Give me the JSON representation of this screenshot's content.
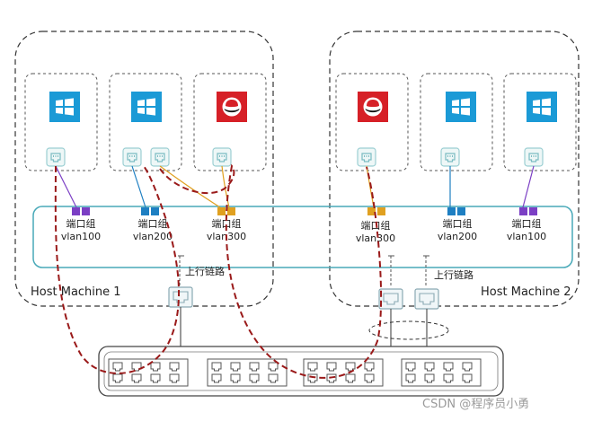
{
  "hosts": [
    {
      "label": "Host Machine 1",
      "vms": [
        {
          "os_icon": "windows-icon"
        },
        {
          "os_icon": "windows-icon"
        },
        {
          "os_icon": "redhat-icon"
        }
      ],
      "port_groups": [
        {
          "title": "端口组",
          "vlan": "vlan100",
          "color": "#7b3fc4"
        },
        {
          "title": "端口组",
          "vlan": "vlan200",
          "color": "#1e7fc2"
        },
        {
          "title": "端口组",
          "vlan": "vlan300",
          "color": "#e0a020"
        }
      ],
      "uplink_label": "上行链路"
    },
    {
      "label": "Host Machine 2",
      "vms": [
        {
          "os_icon": "redhat-icon"
        },
        {
          "os_icon": "windows-icon"
        },
        {
          "os_icon": "windows-icon"
        }
      ],
      "port_groups": [
        {
          "title": "端口组",
          "vlan": "vlan300",
          "color": "#e0a020"
        },
        {
          "title": "端口组",
          "vlan": "vlan200",
          "color": "#1e7fc2"
        },
        {
          "title": "端口组",
          "vlan": "vlan100",
          "color": "#7b3fc4"
        }
      ],
      "uplink_label": "上行链路"
    }
  ],
  "watermark": "CSDN @程序员小勇",
  "colors": {
    "windows": "#1b9ad6",
    "redhat": "#d62027",
    "vswitch": "#48a9b8",
    "trace": "#9a1a1a",
    "link_orange": "#e0a020",
    "link_purple": "#7b3fc4",
    "link_blue": "#1e7fc2"
  }
}
